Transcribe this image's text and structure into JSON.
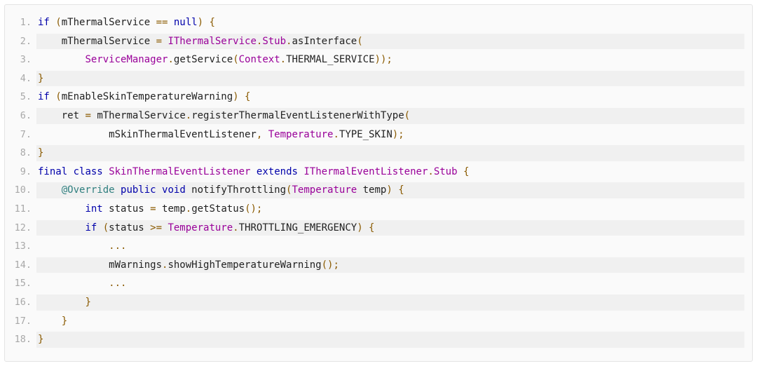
{
  "code_block": {
    "lines": [
      {
        "number": "1.",
        "tokens": [
          {
            "t": "if",
            "c": "kw"
          },
          {
            "t": " (",
            "c": "punc"
          },
          {
            "t": "mThermalService",
            "c": "plain"
          },
          {
            "t": " == ",
            "c": "op"
          },
          {
            "t": "null",
            "c": "kw"
          },
          {
            "t": ") {",
            "c": "punc"
          }
        ]
      },
      {
        "number": "2.",
        "tokens": [
          {
            "t": "    mThermalService",
            "c": "plain"
          },
          {
            "t": " = ",
            "c": "op"
          },
          {
            "t": "IThermalService",
            "c": "type"
          },
          {
            "t": ".",
            "c": "punc"
          },
          {
            "t": "Stub",
            "c": "type"
          },
          {
            "t": ".",
            "c": "punc"
          },
          {
            "t": "asInterface",
            "c": "plain"
          },
          {
            "t": "(",
            "c": "punc"
          }
        ]
      },
      {
        "number": "3.",
        "tokens": [
          {
            "t": "        ",
            "c": "plain"
          },
          {
            "t": "ServiceManager",
            "c": "type"
          },
          {
            "t": ".",
            "c": "punc"
          },
          {
            "t": "getService",
            "c": "plain"
          },
          {
            "t": "(",
            "c": "punc"
          },
          {
            "t": "Context",
            "c": "type"
          },
          {
            "t": ".",
            "c": "punc"
          },
          {
            "t": "THERMAL_SERVICE",
            "c": "plain"
          },
          {
            "t": "));",
            "c": "punc"
          }
        ]
      },
      {
        "number": "4.",
        "tokens": [
          {
            "t": "}",
            "c": "punc"
          }
        ]
      },
      {
        "number": "5.",
        "tokens": [
          {
            "t": "if",
            "c": "kw"
          },
          {
            "t": " (",
            "c": "punc"
          },
          {
            "t": "mEnableSkinTemperatureWarning",
            "c": "plain"
          },
          {
            "t": ") {",
            "c": "punc"
          }
        ]
      },
      {
        "number": "6.",
        "tokens": [
          {
            "t": "    ret",
            "c": "plain"
          },
          {
            "t": " = ",
            "c": "op"
          },
          {
            "t": "mThermalService",
            "c": "plain"
          },
          {
            "t": ".",
            "c": "punc"
          },
          {
            "t": "registerThermalEventListenerWithType",
            "c": "plain"
          },
          {
            "t": "(",
            "c": "punc"
          }
        ]
      },
      {
        "number": "7.",
        "tokens": [
          {
            "t": "            mSkinThermalEventListener",
            "c": "plain"
          },
          {
            "t": ", ",
            "c": "punc"
          },
          {
            "t": "Temperature",
            "c": "type"
          },
          {
            "t": ".",
            "c": "punc"
          },
          {
            "t": "TYPE_SKIN",
            "c": "plain"
          },
          {
            "t": ");",
            "c": "punc"
          }
        ]
      },
      {
        "number": "8.",
        "tokens": [
          {
            "t": "}",
            "c": "punc"
          }
        ]
      },
      {
        "number": "9.",
        "tokens": [
          {
            "t": "final",
            "c": "kw"
          },
          {
            "t": " ",
            "c": "plain"
          },
          {
            "t": "class",
            "c": "kw"
          },
          {
            "t": " ",
            "c": "plain"
          },
          {
            "t": "SkinThermalEventListener",
            "c": "type"
          },
          {
            "t": " ",
            "c": "plain"
          },
          {
            "t": "extends",
            "c": "kw"
          },
          {
            "t": " ",
            "c": "plain"
          },
          {
            "t": "IThermalEventListener",
            "c": "type"
          },
          {
            "t": ".",
            "c": "punc"
          },
          {
            "t": "Stub",
            "c": "type"
          },
          {
            "t": " {",
            "c": "punc"
          }
        ]
      },
      {
        "number": "10.",
        "tokens": [
          {
            "t": "    ",
            "c": "plain"
          },
          {
            "t": "@Override",
            "c": "ann"
          },
          {
            "t": " ",
            "c": "plain"
          },
          {
            "t": "public",
            "c": "kw"
          },
          {
            "t": " ",
            "c": "plain"
          },
          {
            "t": "void",
            "c": "kw"
          },
          {
            "t": " notifyThrottling",
            "c": "plain"
          },
          {
            "t": "(",
            "c": "punc"
          },
          {
            "t": "Temperature",
            "c": "type"
          },
          {
            "t": " temp",
            "c": "plain"
          },
          {
            "t": ") {",
            "c": "punc"
          }
        ]
      },
      {
        "number": "11.",
        "tokens": [
          {
            "t": "        ",
            "c": "plain"
          },
          {
            "t": "int",
            "c": "kw"
          },
          {
            "t": " status",
            "c": "plain"
          },
          {
            "t": " = ",
            "c": "op"
          },
          {
            "t": "temp",
            "c": "plain"
          },
          {
            "t": ".",
            "c": "punc"
          },
          {
            "t": "getStatus",
            "c": "plain"
          },
          {
            "t": "();",
            "c": "punc"
          }
        ]
      },
      {
        "number": "12.",
        "tokens": [
          {
            "t": "        ",
            "c": "plain"
          },
          {
            "t": "if",
            "c": "kw"
          },
          {
            "t": " (",
            "c": "punc"
          },
          {
            "t": "status",
            "c": "plain"
          },
          {
            "t": " >= ",
            "c": "op"
          },
          {
            "t": "Temperature",
            "c": "type"
          },
          {
            "t": ".",
            "c": "punc"
          },
          {
            "t": "THROTTLING_EMERGENCY",
            "c": "plain"
          },
          {
            "t": ") {",
            "c": "punc"
          }
        ]
      },
      {
        "number": "13.",
        "tokens": [
          {
            "t": "            ",
            "c": "plain"
          },
          {
            "t": "...",
            "c": "punc"
          }
        ]
      },
      {
        "number": "14.",
        "tokens": [
          {
            "t": "            mWarnings",
            "c": "plain"
          },
          {
            "t": ".",
            "c": "punc"
          },
          {
            "t": "showHighTemperatureWarning",
            "c": "plain"
          },
          {
            "t": "();",
            "c": "punc"
          }
        ]
      },
      {
        "number": "15.",
        "tokens": [
          {
            "t": "            ",
            "c": "plain"
          },
          {
            "t": "...",
            "c": "punc"
          }
        ]
      },
      {
        "number": "16.",
        "tokens": [
          {
            "t": "        ",
            "c": "plain"
          },
          {
            "t": "}",
            "c": "punc"
          }
        ]
      },
      {
        "number": "17.",
        "tokens": [
          {
            "t": "    ",
            "c": "plain"
          },
          {
            "t": "}",
            "c": "punc"
          }
        ]
      },
      {
        "number": "18.",
        "tokens": [
          {
            "t": "}",
            "c": "punc"
          }
        ]
      }
    ]
  },
  "colors": {
    "keyword": "#0000aa",
    "type": "#990099",
    "annotation": "#2f7f7f",
    "punctuation": "#8a5a00",
    "plain": "#222222",
    "line_number": "#a8a8a8",
    "panel_background": "#fafafa",
    "alternate_line_background": "#f0f0f0"
  }
}
